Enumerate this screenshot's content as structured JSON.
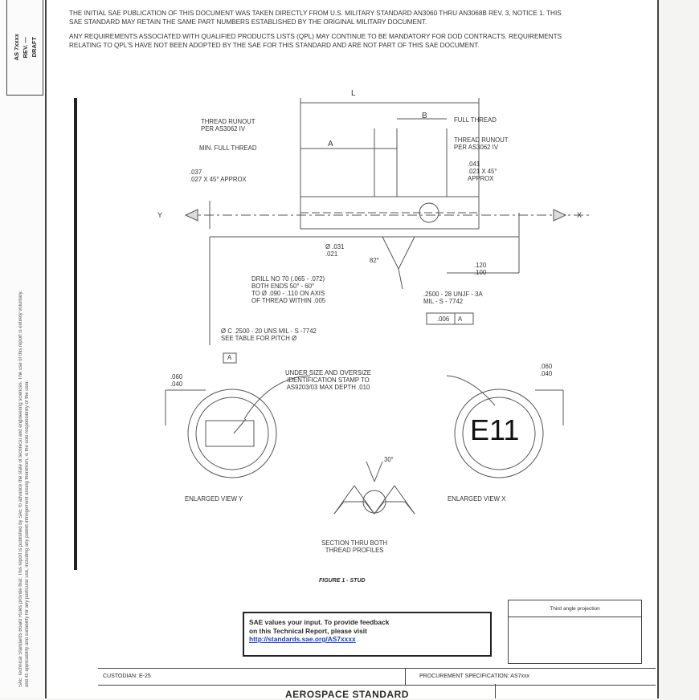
{
  "left_margin": {
    "box_text": [
      "AS 7xxxx",
      "REV. —",
      "DRAFT"
    ],
    "legal_text": [
      "SAE Technical Standards Board Rules provide that: This report is published by SAE to advance the state of technical and engineering sciences. The use of this report is entirely voluntary.",
      "and its applicability and suitability for any particular use, including any patent infringement arising therefrom, is the sole responsibility of the user."
    ]
  },
  "header_notes": [
    "The initial SAE publication of this document was taken directly from U.S. Military Standard AN3060 thru AN3068B Rev. 3, Notice 1. This SAE standard may retain the same part numbers established by the original military document.",
    "Any requirements associated with Qualified Products Lists (QPL) may continue to be mandatory for DoD contracts. Requirements relating to QPL's have not been adopted by the SAE for this standard and are not part of this SAE document."
  ],
  "drawing_labels": {
    "dim_L": "L",
    "dim_B": "B",
    "full_thread": "Full thread",
    "runout_left": [
      "Thread runout",
      "per AS3062 IV"
    ],
    "runout_right": [
      "Thread runout",
      "per AS3062 IV"
    ],
    "min_full_thread": "Min. full thread",
    "dim_A": "A",
    "chamfer_left": [
      ".037",
      ".027 x 45° approx"
    ],
    "chamfer_right": [
      ".041",
      ".021 x 45°",
      "approx"
    ],
    "view_y_left": "Y",
    "view_x_right": "X",
    "dia_small": [
      "ø .031",
      ".021"
    ],
    "angle_82": "82°",
    "drill_note": [
      "Drill No 70 (.065 - .072)",
      "both ends 50° - 60°",
      "to ø .090 - .110 on axis",
      "of thread within .005"
    ],
    "dim_120": [
      ".120",
      ".100"
    ],
    "thread_right": [
      ".2500 - 28 UNJF - 3A",
      "MIL - S - 7742"
    ],
    "tol_right": ".006",
    "tol_right_datum": "A",
    "thread_left": [
      "ø C .2500 - 20 UNS MIL - S -7742",
      "see table for pitch ø"
    ],
    "datum_A": "A",
    "stamp_note": [
      "Under size and oversize",
      "identification stamp to",
      "AS9203/03 max depth .010"
    ],
    "dim_left_enlarged": [
      ".060",
      ".040"
    ],
    "dim_right_enlarged": [
      ".060",
      ".040"
    ],
    "e11": "E11",
    "enlarged_y": "Enlarged view Y",
    "enlarged_x": "Enlarged view X",
    "angle_30": "30°",
    "section_note": [
      "Section thru both",
      "thread profiles"
    ],
    "figure_title": "FIGURE 1 - STUD"
  },
  "feedback": {
    "line1": "SAE values your input. To provide feedback",
    "line2": "on this Technical Report, please visit",
    "link": "http://standards.sae.org/AS7xxxx"
  },
  "projection": {
    "title": "Third angle projection"
  },
  "footer": {
    "custodian": "CUSTODIAN: E-25",
    "procurement": "PROCUREMENT SPECIFICATION: AS7xxx",
    "aerospace": "AEROSPACE STANDARD"
  }
}
